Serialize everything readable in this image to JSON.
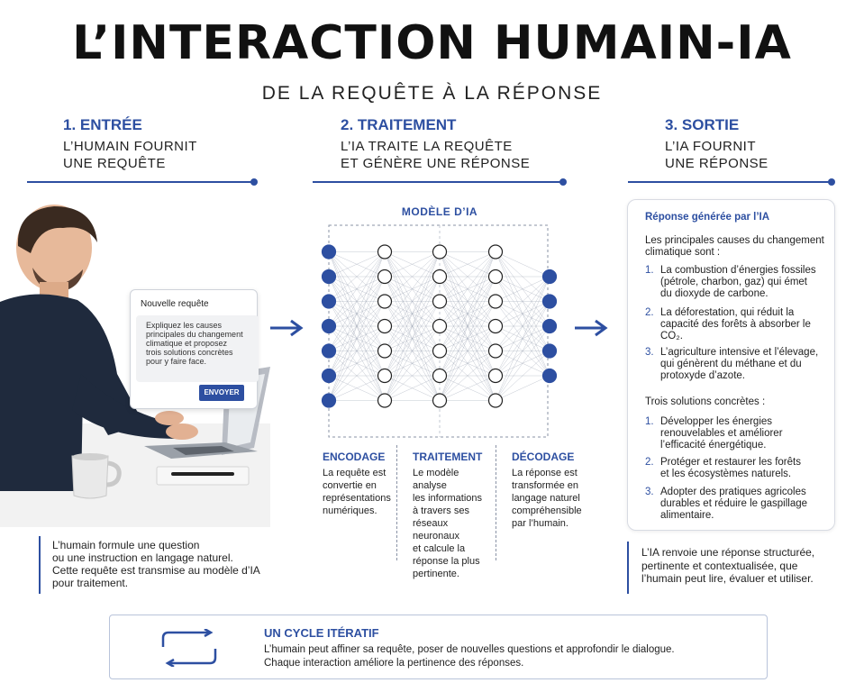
{
  "header": {
    "title": "L’INTERACTION HUMAIN-IA",
    "subtitle": "DE LA REQUÊTE À LA RÉPONSE"
  },
  "steps": [
    {
      "title": "1. ENTRÉE",
      "line1": "L’HUMAIN FOURNIT",
      "line2": "UNE REQUÊTE"
    },
    {
      "title": "2. TRAITEMENT",
      "line1": "L’IA TRAITE LA REQUÊTE",
      "line2": "ET GÉNÈRE UNE RÉPONSE"
    },
    {
      "title": "3. SORTIE",
      "line1": "L’IA FOURNIT",
      "line2": "UNE RÉPONSE"
    }
  ],
  "input_popup": {
    "header": "Nouvelle requête",
    "lines": [
      "Expliquez les causes",
      "principales du changement",
      "climatique et proposez",
      "trois solutions concrètes",
      "pour y faire face."
    ],
    "button": "ENVOYER"
  },
  "input_caption": [
    "L’humain formule une question",
    "ou une instruction en langage naturel.",
    "Cette requête est transmise au modèle d’IA",
    "pour traitement."
  ],
  "model": {
    "label": "MODÈLE D’IA",
    "phases": [
      {
        "title": "ENCODAGE",
        "lines": [
          "La requête est",
          "convertie en",
          "représentations",
          "numériques."
        ]
      },
      {
        "title": "TRAITEMENT",
        "lines": [
          "Le modèle analyse",
          "les informations",
          "à travers ses",
          "réseaux neuronaux",
          "et calcule la",
          "réponse la plus",
          "pertinente."
        ]
      },
      {
        "title": "DÉCODAGE",
        "lines": [
          "La réponse est",
          "transformée en",
          "langage naturel",
          "compréhensible",
          "par l’humain."
        ]
      }
    ]
  },
  "response": {
    "header": "Réponse générée par l’IA",
    "intro": [
      "Les principales causes du changement",
      "climatique sont :"
    ],
    "causes": [
      {
        "num": "1.",
        "lines": [
          "La combustion d’énergies fossiles",
          "(pétrole, charbon, gaz) qui émet",
          "du dioxyde de carbone."
        ]
      },
      {
        "num": "2.",
        "lines": [
          "La déforestation, qui réduit la",
          "capacité des forêts à absorber le",
          "CO₂."
        ]
      },
      {
        "num": "3.",
        "lines": [
          "L’agriculture intensive et l’élevage,",
          "qui génèrent du méthane et du",
          "protoxyde d’azote."
        ]
      }
    ],
    "solutions_intro": "Trois solutions concrètes :",
    "solutions": [
      {
        "num": "1.",
        "lines": [
          "Développer les énergies",
          "renouvelables et améliorer",
          "l’efficacité énergétique."
        ]
      },
      {
        "num": "2.",
        "lines": [
          "Protéger et restaurer les forêts",
          "et les écosystèmes naturels."
        ]
      },
      {
        "num": "3.",
        "lines": [
          "Adopter des pratiques agricoles",
          "durables et réduire le gaspillage",
          "alimentaire."
        ]
      }
    ]
  },
  "output_caption": [
    "L’IA renvoie une réponse structurée,",
    "pertinente et contextualisée, que",
    "l’humain peut lire, évaluer et utiliser."
  ],
  "cycle": {
    "title": "UN CYCLE ITÉRATIF",
    "line1": "L’humain peut affiner sa requête, poser de nouvelles questions et approfondir le dialogue.",
    "line2": "Chaque interaction améliore la pertinence des réponses."
  },
  "colors": {
    "accent": "#2d4fa1",
    "text": "#1a1a1a"
  },
  "icons": [
    "arrow-right-icon",
    "refresh-cycle-icon",
    "laptop-icon",
    "mug-icon",
    "pen-icon"
  ]
}
